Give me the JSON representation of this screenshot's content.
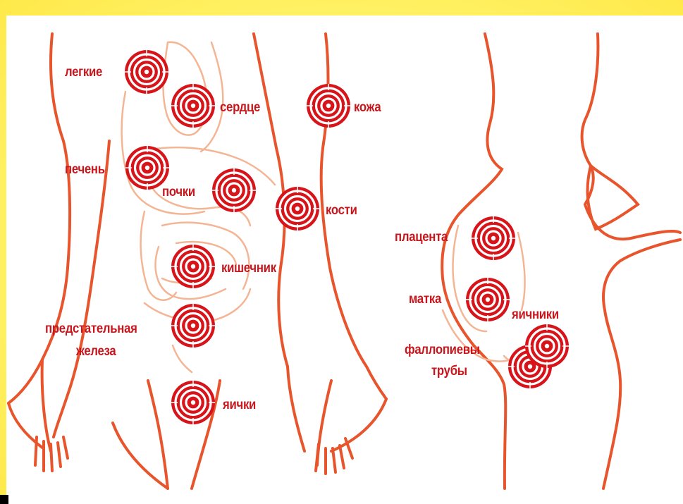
{
  "colors": {
    "outline": "#e8542b",
    "organ_lines": "#f4b595",
    "target": "#d7141a",
    "label": "#c8161d",
    "background": "#fff36a"
  },
  "icons": {
    "target": "bullseye-target-icon"
  },
  "male_figure": {
    "labels": {
      "lungs": "легкие",
      "heart": "сердце",
      "skin": "кожа",
      "liver": "печень",
      "kidneys": "почки",
      "bones": "кости",
      "intestine": "кишечник",
      "prostate_line1": "предстательная",
      "prostate_line2": "железа",
      "testicles": "яички"
    }
  },
  "female_figure": {
    "labels": {
      "placenta": "плацента",
      "uterus": "матка",
      "ovaries": "яичники",
      "fallopian_line1": "фаллопиевы",
      "fallopian_line2": "трубы"
    }
  }
}
